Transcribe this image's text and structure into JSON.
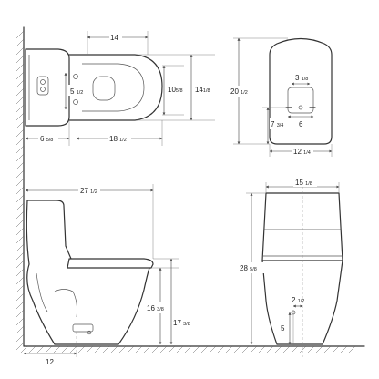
{
  "dimensions": {
    "top_length": {
      "whole": "14",
      "frac": ""
    },
    "outlet_spacing": {
      "whole": "5",
      "frac": "1/2"
    },
    "bowl_height": {
      "whole": "10",
      "frac": "5/8"
    },
    "bowl_width": {
      "whole": "14",
      "frac": "1/8"
    },
    "tank_depth": {
      "whole": "6",
      "frac": "5/8"
    },
    "bowl_length": {
      "whole": "18",
      "frac": "1/2"
    },
    "back_height": {
      "whole": "20",
      "frac": "1/2"
    },
    "bolt_spacing": {
      "whole": "3",
      "frac": "1/8"
    },
    "outlet_width": {
      "whole": "6",
      "frac": ""
    },
    "bolt_height": {
      "whole": "7",
      "frac": "3/4"
    },
    "back_width": {
      "whole": "12",
      "frac": "1/4"
    },
    "side_length": {
      "whole": "27",
      "frac": "1/2"
    },
    "seat_height_with_seat": {
      "whole": "16",
      "frac": "3/8"
    },
    "seat_height": {
      "whole": "17",
      "frac": "3/8"
    },
    "rough_in": {
      "whole": "12",
      "frac": ""
    },
    "front_width": {
      "whole": "15",
      "frac": "1/8"
    },
    "total_height": {
      "whole": "28",
      "frac": "5/8"
    },
    "drain_offset": {
      "whole": "2",
      "frac": "1/2"
    },
    "drain_height": {
      "whole": "5",
      "frac": ""
    }
  }
}
